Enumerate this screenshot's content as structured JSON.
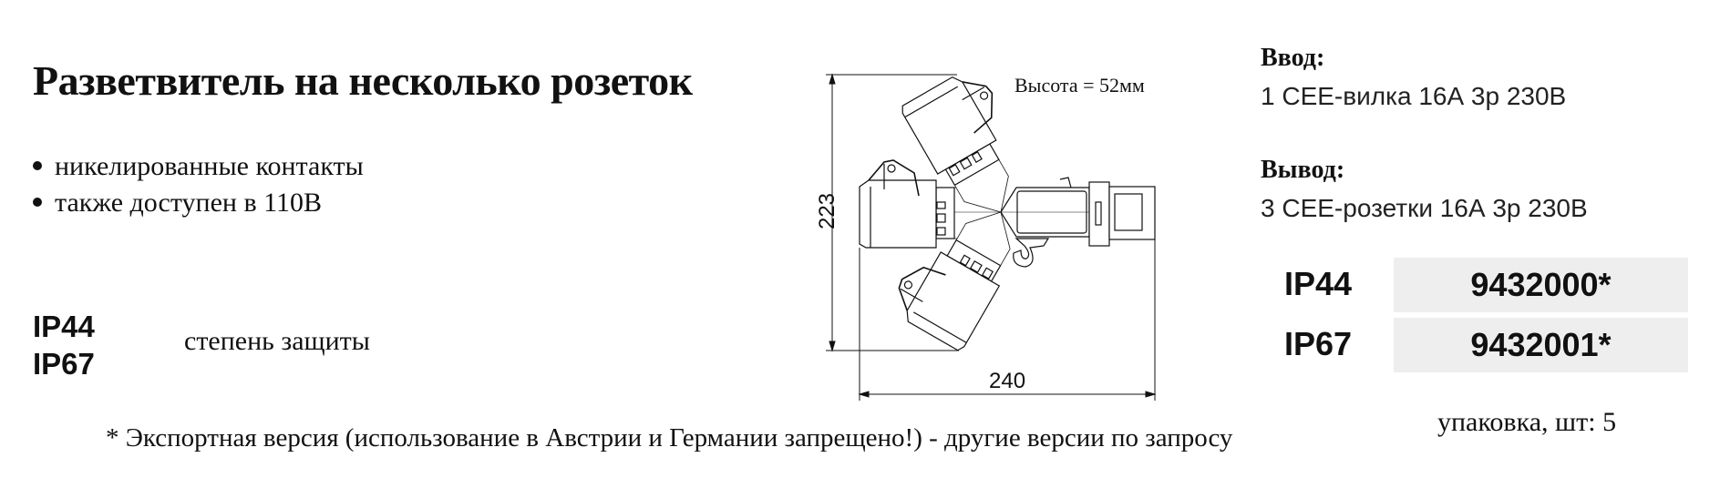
{
  "title": "Разветвитель на несколько розеток",
  "features": [
    "никелированные контакты",
    "также доступен в 110В"
  ],
  "protection": {
    "classes": [
      "IP44",
      "IP67"
    ],
    "label": "степень защиты"
  },
  "footnote": "*  Экспортная версия (использование в Австрии и Германии запрещено!) - другие версии по запросу",
  "drawing": {
    "height_note": "Высота = 52мм",
    "dim_vertical": "223",
    "dim_horizontal": "240"
  },
  "input": {
    "heading": "Ввод:",
    "value": "1 CEE-вилка 16А 3р 230В"
  },
  "output": {
    "heading": "Вывод:",
    "value": "3 CEE-розетки 16А 3р 230В"
  },
  "codes": [
    {
      "ip": "IP44",
      "code": "9432000*"
    },
    {
      "ip": "IP67",
      "code": "9432001*"
    }
  ],
  "packaging": "упаковка, шт: 5"
}
